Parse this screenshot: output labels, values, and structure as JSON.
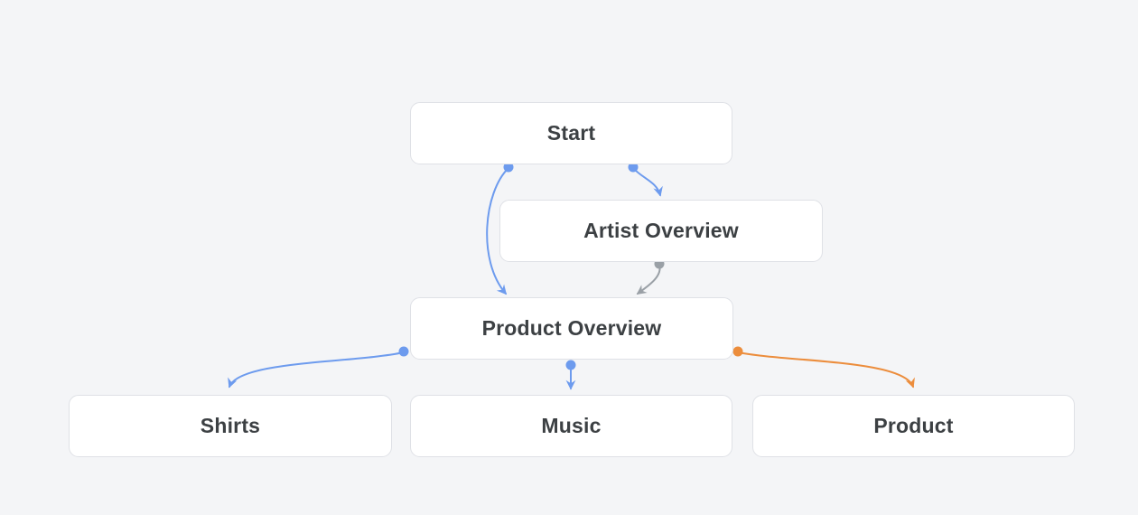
{
  "diagram": {
    "background_color": "#f4f5f7",
    "node_fill": "#ffffff",
    "node_border_color": "#dfe1e6",
    "node_text_color": "#3c4043",
    "colors": {
      "blue": "#6d9bee",
      "gray": "#9aa0a6",
      "orange": "#ec8d3c"
    },
    "nodes": [
      {
        "id": "start",
        "label": "Start"
      },
      {
        "id": "artist-overview",
        "label": "Artist Overview"
      },
      {
        "id": "product-overview",
        "label": "Product Overview"
      },
      {
        "id": "shirts",
        "label": "Shirts"
      },
      {
        "id": "music",
        "label": "Music"
      },
      {
        "id": "product",
        "label": "Product"
      }
    ],
    "edges": [
      {
        "from": "start",
        "to": "product-overview",
        "color": "blue"
      },
      {
        "from": "start",
        "to": "artist-overview",
        "color": "blue"
      },
      {
        "from": "artist-overview",
        "to": "product-overview",
        "color": "gray"
      },
      {
        "from": "product-overview",
        "to": "shirts",
        "color": "blue"
      },
      {
        "from": "product-overview",
        "to": "music",
        "color": "blue"
      },
      {
        "from": "product-overview",
        "to": "product",
        "color": "orange"
      }
    ]
  }
}
